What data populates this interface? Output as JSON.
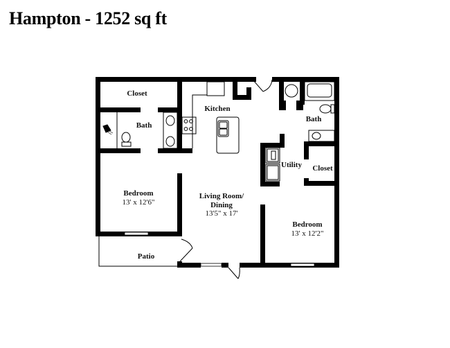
{
  "title": "Hampton - 1252 sq ft",
  "plan": {
    "name": "Hampton",
    "square_feet": "1252 sq ft",
    "rooms": [
      {
        "id": "closet-left",
        "label": "Closet",
        "dimensions": ""
      },
      {
        "id": "bath-left",
        "label": "Bath",
        "dimensions": ""
      },
      {
        "id": "kitchen",
        "label": "Kitchen",
        "dimensions": ""
      },
      {
        "id": "bath-right",
        "label": "Bath",
        "dimensions": ""
      },
      {
        "id": "utility",
        "label": "Utility",
        "dimensions": ""
      },
      {
        "id": "closet-right",
        "label": "Closet",
        "dimensions": ""
      },
      {
        "id": "bedroom-left",
        "label": "Bedroom",
        "dimensions": "13' x 12'6\""
      },
      {
        "id": "living-dining",
        "label": "Living Room/ Dining",
        "label_line1": "Living Room/",
        "label_line2": "Dining",
        "dimensions": "13'5\" x 17'"
      },
      {
        "id": "bedroom-right",
        "label": "Bedroom",
        "dimensions": "13' x 12'2\""
      },
      {
        "id": "patio",
        "label": "Patio",
        "dimensions": ""
      }
    ],
    "fixtures": [
      "shower-head-icon",
      "toilet-icon",
      "sink-icon",
      "stove-icon",
      "kitchen-island-sink-icon",
      "bathtub-icon",
      "washer-icon",
      "dryer-icon",
      "refrigerator-space",
      "door-swing-icon",
      "window-icon"
    ],
    "colors": {
      "wall": "#000000",
      "background": "#ffffff",
      "fixture_stroke": "#000000"
    }
  }
}
